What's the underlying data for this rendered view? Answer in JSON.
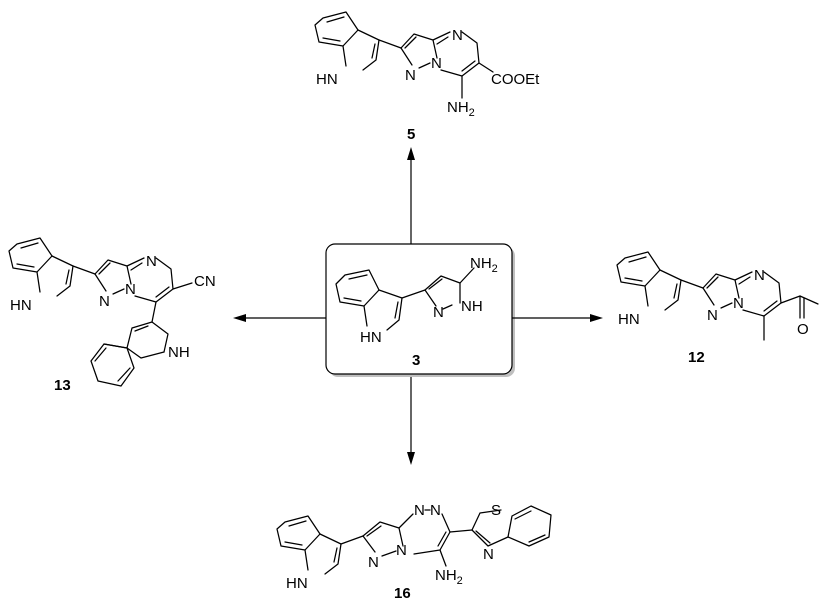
{
  "compounds": {
    "center": {
      "id": "3",
      "amine_label": "NH",
      "amine_sub": "2",
      "nh_label": "NH",
      "n_label": "N",
      "indole_nh": "HN"
    },
    "top": {
      "id": "5",
      "n_label": "N",
      "n2_label": "N",
      "n3_label": "N",
      "ester": "COOEt",
      "amine_label": "NH",
      "amine_sub": "2",
      "indole_nh": "HN"
    },
    "left": {
      "id": "13",
      "n_label": "N",
      "n2_label": "N",
      "n3_label": "N",
      "nitrile": "CN",
      "indole_nh": "HN",
      "indole2_nh": "NH"
    },
    "right": {
      "id": "12",
      "n_label": "N",
      "n2_label": "N",
      "n3_label": "N",
      "carbonyl_o": "O",
      "indole_nh": "HN"
    },
    "bottom": {
      "id": "16",
      "n_label": "N",
      "n2_label": "N",
      "n3_label": "N",
      "n4_label": "N",
      "s_label": "S",
      "bt_n": "N",
      "amine_label": "NH",
      "amine_sub": "2",
      "indole_nh": "HN"
    }
  }
}
